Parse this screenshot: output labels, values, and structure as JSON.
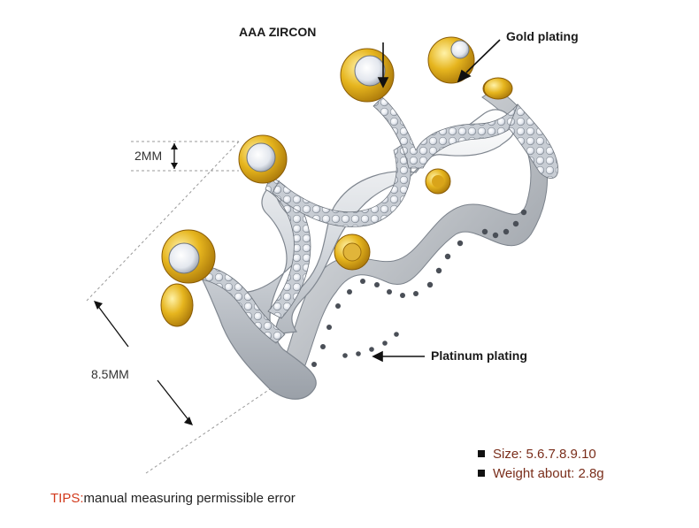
{
  "callouts": {
    "zircon": "AAA ZIRCON",
    "gold": "Gold plating",
    "platinum": "Platinum plating"
  },
  "dimensions": {
    "height": "2MM",
    "width": "8.5MM"
  },
  "specs": [
    "Size: 5.6.7.8.9.10",
    "Weight about: 2.8g"
  ],
  "tips": {
    "prefix": "TIPS:",
    "text": "manual measuring permissible error"
  },
  "colors": {
    "gold": "#e2b21c",
    "silver": "#d9dde2",
    "spec_text": "#7a2e1b",
    "tips_prefix": "#d23a1c"
  }
}
